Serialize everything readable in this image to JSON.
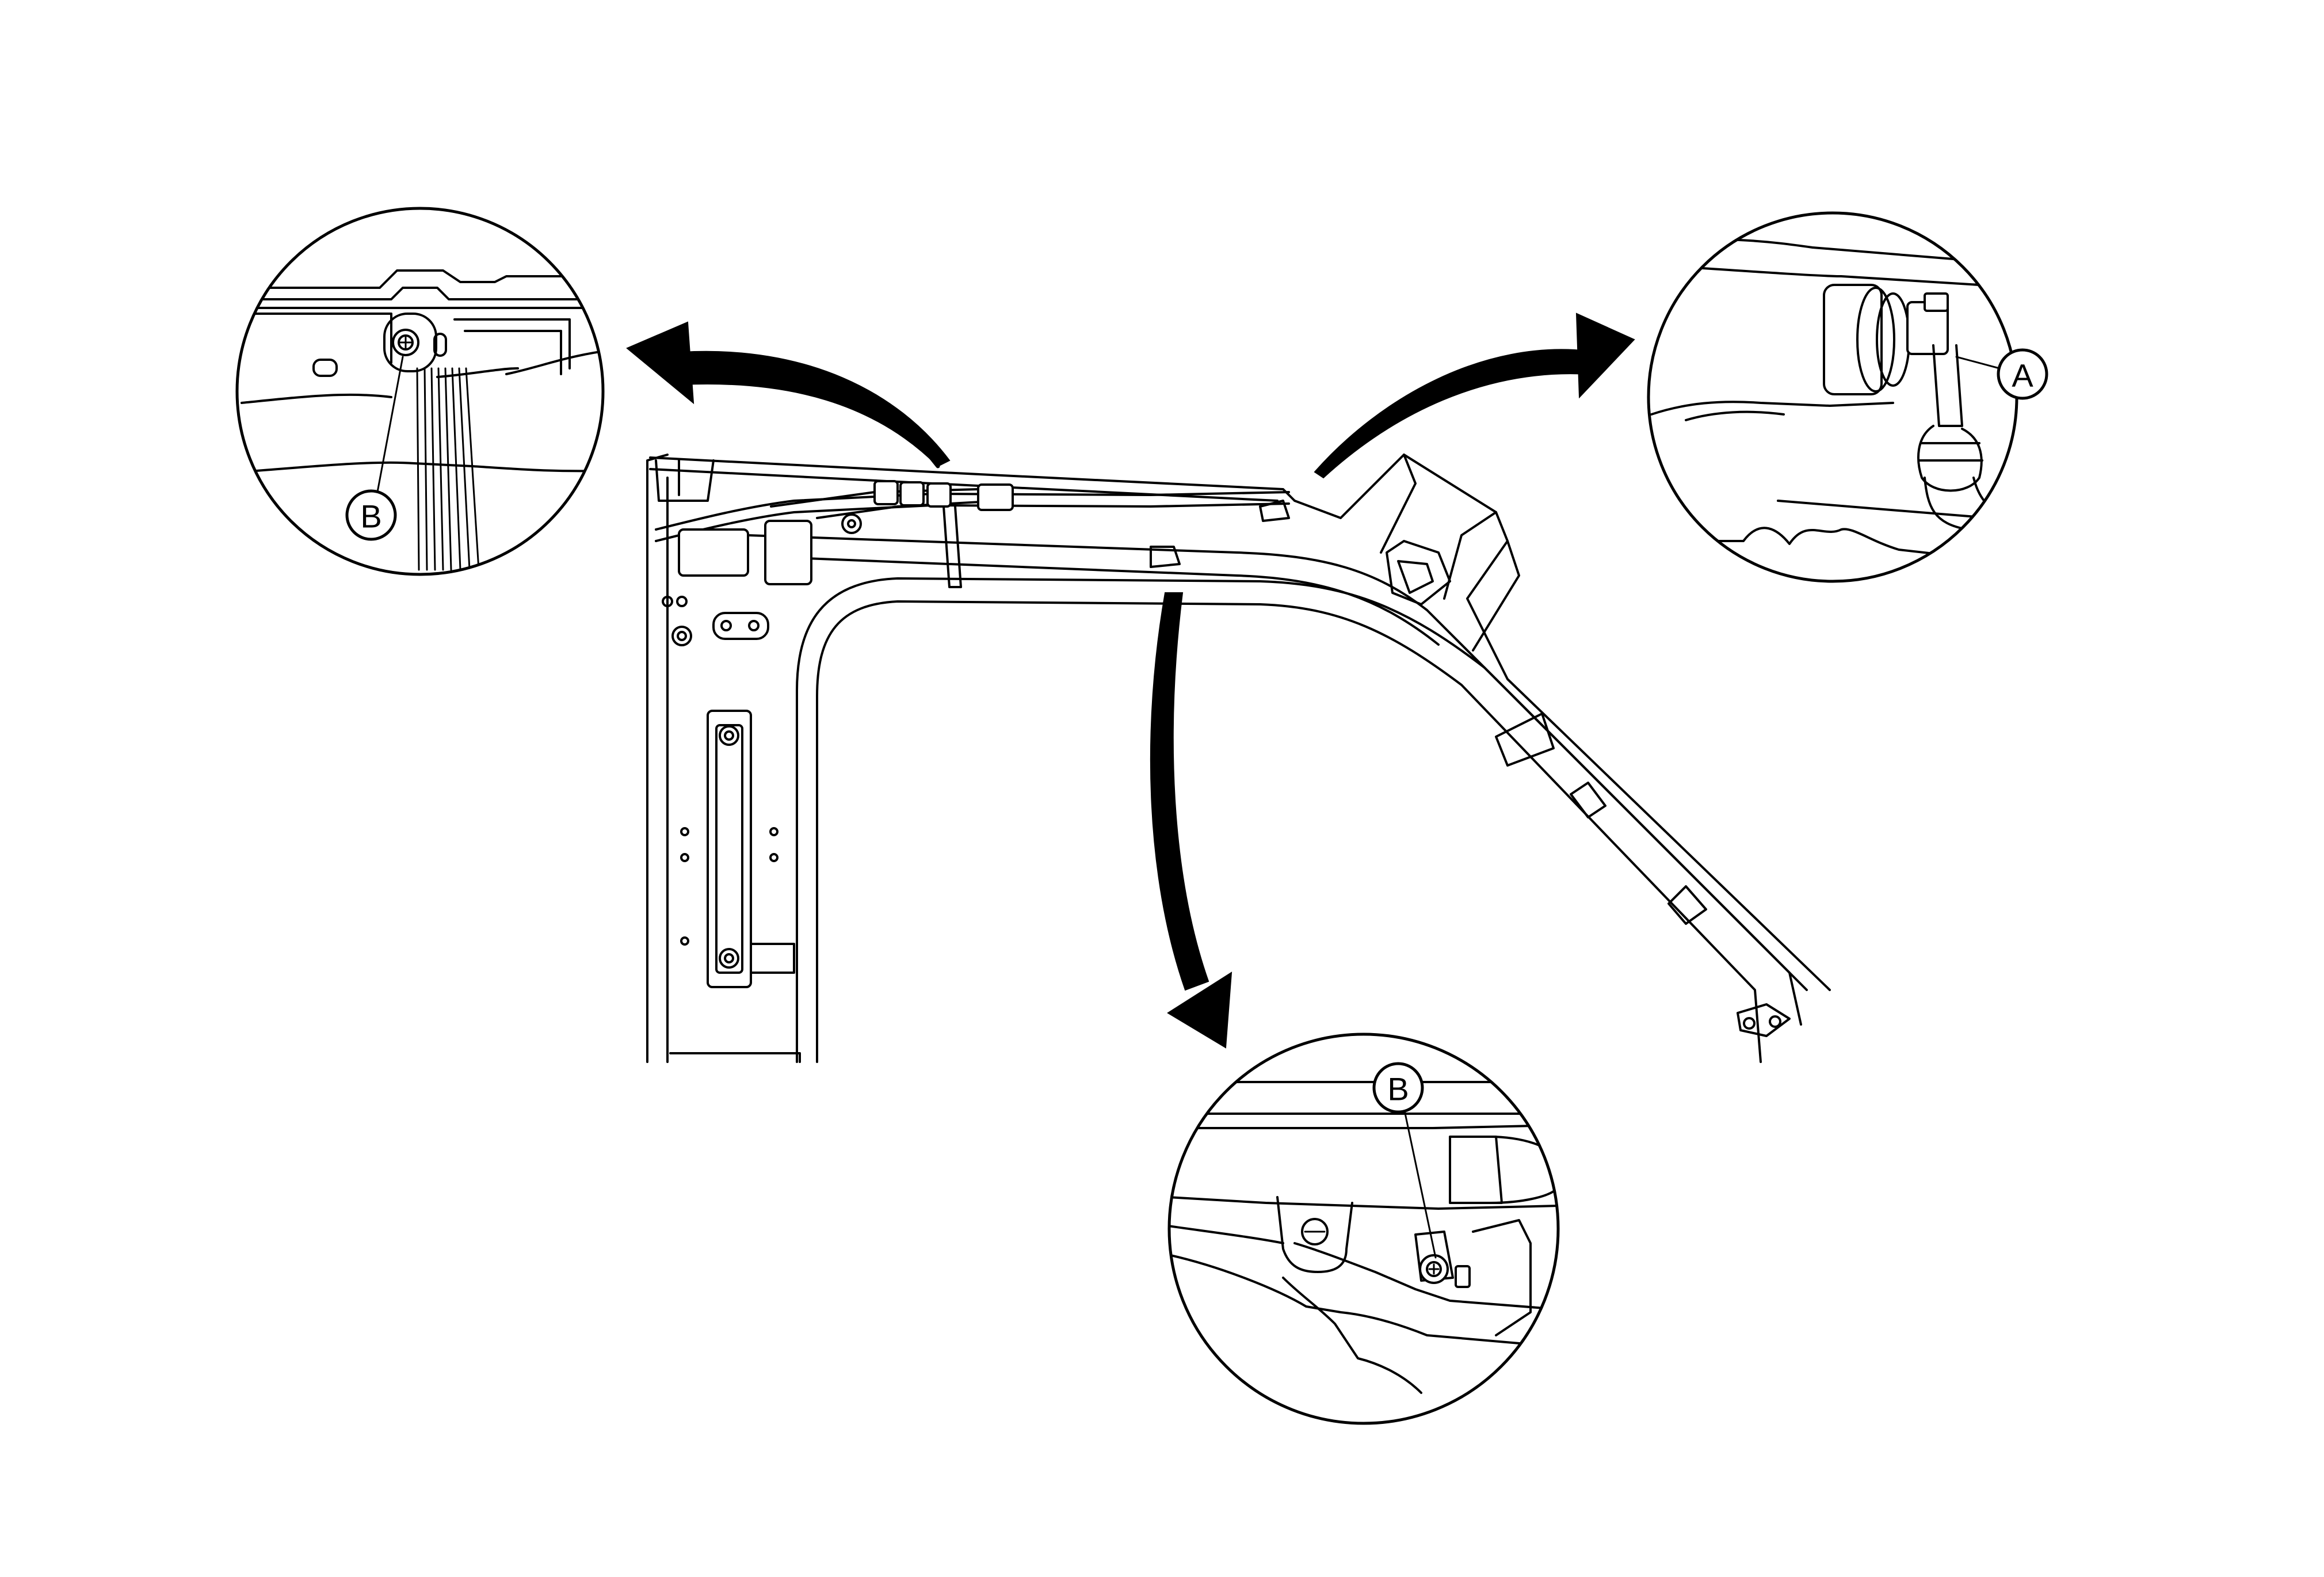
{
  "callouts": {
    "left_detail": {
      "label": "B"
    },
    "right_detail": {
      "label": "A"
    },
    "bottom_detail": {
      "label": "B"
    }
  }
}
